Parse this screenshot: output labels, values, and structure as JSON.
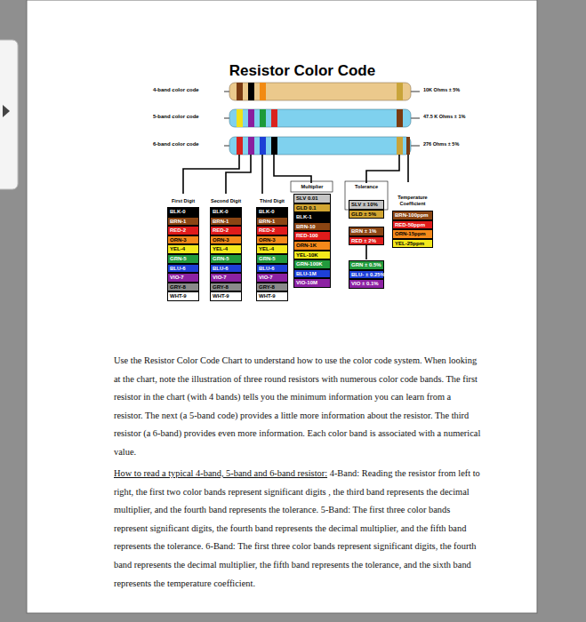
{
  "diagram": {
    "title": "Resistor Color Code",
    "labels": [
      "4-band color code",
      "10K Ohms ± 5%",
      "5-band color code",
      "47.5 K Ohms ± 1%",
      "6-band color code",
      "276 Ohms ± 5%",
      "Multiplier",
      "Tolerance",
      "First Digit",
      "Second Digit",
      "Third Digit",
      "Temperature Coefficient",
      "BLK-0",
      "BRN-1",
      "RED-2",
      "ORN-3",
      "YEL-4",
      "GRN-5",
      "BLU-6",
      "VIO-7",
      "GRY-8",
      "WHT-9",
      "BLK-0",
      "BRN-1",
      "RED-2",
      "ORN-3",
      "YEL-4",
      "GRN-5",
      "BLU-6",
      "VIO-7",
      "GRY-8",
      "WHT-9",
      "BLK-0",
      "BRN-1",
      "RED-2",
      "ORN-3",
      "YEL-4",
      "GRN-5",
      "BLU-6",
      "VIO-7",
      "GRY-8",
      "WHT-9",
      "SLV 0.01",
      "GLD 0.1",
      "BLK-1",
      "BRN-10",
      "RED-100",
      "ORN-1K",
      "YEL-10K",
      "GRN-100K",
      "BLU-1M",
      "VIO-10M",
      "SLV ± 10%",
      "GLD ± 5%",
      "BRN ± 1%",
      "RED ± 2%",
      "GRN ± 0.5%",
      "BLU- ± 0.25%",
      "VIO ± 0.1%",
      "BRN-100ppm",
      "RED-50ppm",
      "ORN-15ppm",
      "YEL-25ppm",
      "Use the Resistor Color Code Chart to understand how to use the color code system. When looking at the chart, note the illustration of three round resistors with numerous color code bands. The first resistor in the chart (with 4 bands) tells you the minimum information you can learn from a resistor. The next (a 5-band code) provides a little more information about the resistor. The third resistor (a 6-band) provides even more information. Each color band is associated with a numerical value.",
      "How to read a typical 4-band, 5-band and 6-band resistor:",
      "4-Band: Reading the resistor from left to right, the first two color bands represent significant digits , the third band represents the decimal multiplier, and the fourth band represents the tolerance. 5-Band: The first three color bands represent significant digits, the fourth band represents the decimal multiplier, and the fifth band represents the tolerance. 6-Band: The first three color bands represent significant digits, the fourth band represents the decimal multiplier, the fifth band represents the tolerance, and the sixth band represents the temperature coefficient."
    ]
  }
}
